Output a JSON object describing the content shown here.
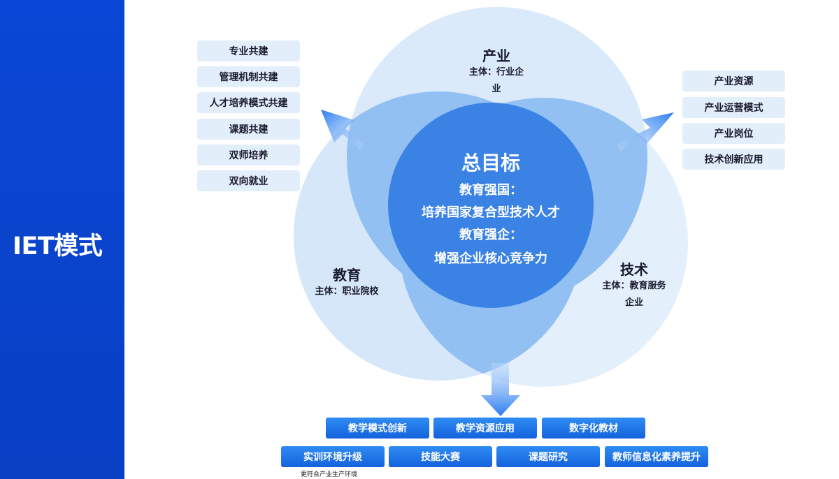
{
  "sidebar": {
    "title": "IET模式"
  },
  "center": {
    "title": "总目标",
    "lines": [
      "教育强国：",
      "培养国家复合型技术人才",
      "教育强企：",
      "增强企业核心竞争力"
    ]
  },
  "circles": {
    "industry": {
      "title": "产业",
      "subtitle_line1": "主体：行业企",
      "subtitle_line2": "业"
    },
    "education": {
      "title": "教育",
      "subtitle": "主体：职业院校"
    },
    "technology": {
      "title": "技术",
      "subtitle_line1": "主体：教育服务",
      "subtitle_line2": "企业"
    }
  },
  "left_tags": [
    "专业共建",
    "管理机制共建",
    "人才培养模式共建",
    "课题共建",
    "双师培养",
    "双向就业"
  ],
  "right_tags": [
    "产业资源",
    "产业运营模式",
    "产业岗位",
    "技术创新应用"
  ],
  "bottom_row1": [
    "教学模式创新",
    "教学资源应用",
    "数字化教材"
  ],
  "bottom_row2": [
    "实训环境升级",
    "技能大赛",
    "课题研究",
    "教师信息化素养提升"
  ],
  "note": "更符合产业生产环境",
  "colors": {
    "sidebar": "#0a47d6",
    "button": "#1a6fe6",
    "tag_bg": "#e3eefb"
  }
}
